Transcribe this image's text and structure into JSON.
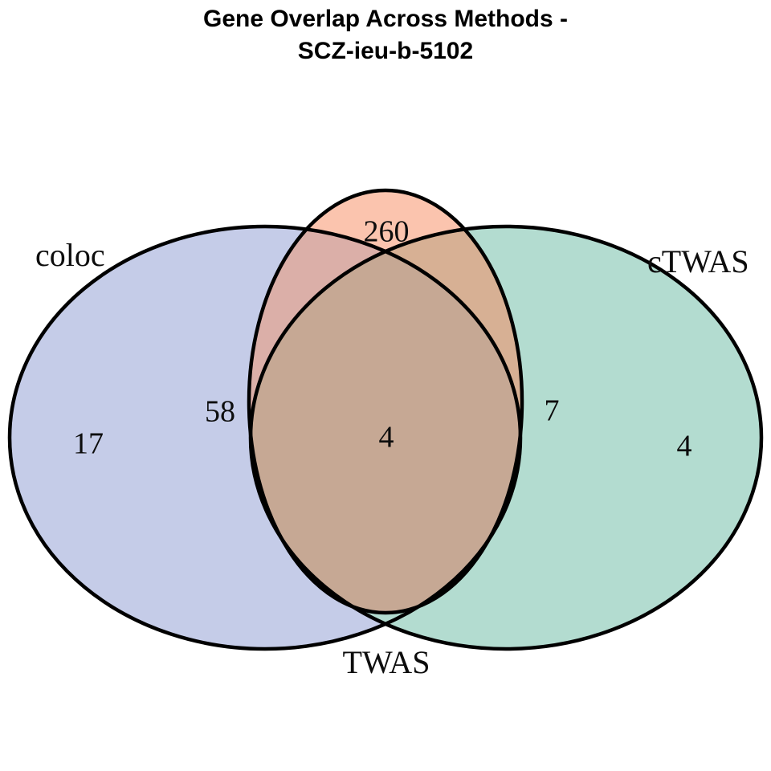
{
  "figure": {
    "title_line1": "Gene Overlap Across Methods -",
    "title_line2": "SCZ-ieu-b-5102",
    "title_full": "Gene Overlap Across Methods - SCZ-ieu-b-5102",
    "background_color": "#FFFFFF",
    "outline_color": "#000000"
  },
  "chart_data": {
    "type": "venn",
    "title": "Gene Overlap Across Methods - SCZ-ieu-b-5102",
    "sets": [
      {
        "id": "coloc",
        "label": "coloc",
        "fill": "#C5CCE8"
      },
      {
        "id": "TWAS",
        "label": "TWAS",
        "fill": "#FBC4AE"
      },
      {
        "id": "cTWAS",
        "label": "cTWAS",
        "fill": "#B3DCD0"
      }
    ],
    "regions": [
      {
        "id": "coloc-only",
        "sets": [
          "coloc"
        ],
        "value": 17,
        "fill": "#C5CCE8"
      },
      {
        "id": "TWAS-only",
        "sets": [
          "TWAS"
        ],
        "value": 260,
        "fill": "#FBC4AE"
      },
      {
        "id": "cTWAS-only",
        "sets": [
          "cTWAS"
        ],
        "value": 4,
        "fill": "#B3DCD0"
      },
      {
        "id": "coloc-TWAS",
        "sets": [
          "coloc",
          "TWAS"
        ],
        "value": 58,
        "fill": "#DBAFA8"
      },
      {
        "id": "TWAS-cTWAS",
        "sets": [
          "TWAS",
          "cTWAS"
        ],
        "value": 7,
        "fill": "#D7B094"
      },
      {
        "id": "coloc-TWAS-cTWAS",
        "sets": [
          "coloc",
          "TWAS",
          "cTWAS"
        ],
        "value": 4,
        "fill": "#C6A894"
      }
    ],
    "labels": {
      "coloc": "coloc",
      "TWAS": "TWAS",
      "cTWAS": "cTWAS"
    },
    "counts": {
      "coloc_only": "17",
      "TWAS_only": "260",
      "cTWAS_only": "4",
      "coloc_TWAS": "58",
      "TWAS_cTWAS": "7",
      "triple": "4"
    },
    "legend": "none",
    "grid": false
  }
}
